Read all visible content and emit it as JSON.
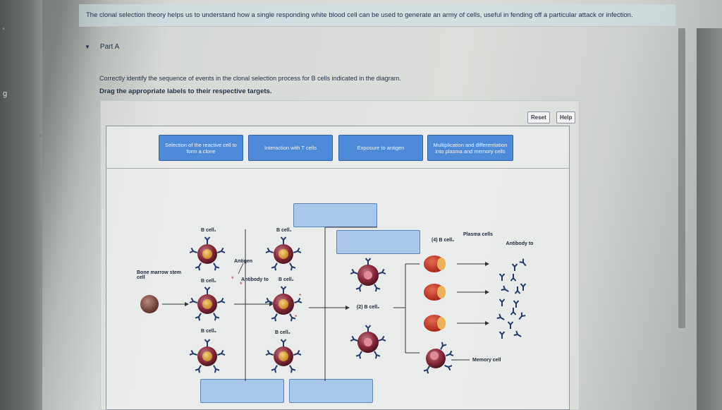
{
  "intro": {
    "text": "The clonal selection theory helps us to understand how a single responding white blood cell can be used to generate an army of cells, useful in fending off a particular attack or infection."
  },
  "part": {
    "label": "Part A"
  },
  "question": {
    "instruction": "Correctly identify the sequence of events in the clonal selection process for B cells indicated in the diagram.",
    "drag_instruction": "Drag the appropriate labels to their respective targets."
  },
  "toolbar": {
    "reset_label": "Reset",
    "help_label": "Help"
  },
  "labels": [
    {
      "text": "Selection of the reactive cell to form a clone",
      "filled": true
    },
    {
      "text": "Interaction with T cells",
      "filled": true
    },
    {
      "text": "Exposure to antigen",
      "filled": true
    },
    {
      "text": "Multiplication and differentiation into plasma and memory cells",
      "filled": true
    }
  ],
  "diagram": {
    "bone_marrow_label": "Bone marrow stem cell",
    "b_cell_1_a": "B cell₁",
    "b_cell_2_a": "B cell₂",
    "b_cell_3_a": "B cell₃",
    "b_cell_1_b": "B cell₁",
    "b_cell_2_b": "B cell₂",
    "b_cell_3_b": "B cell₃",
    "antigen": "Antigen",
    "antibody_to_star_a": "Antibody to",
    "b_cell_2_step2": "(2) B cell₂",
    "b_cell_2_step4": "(4) B cell₂",
    "plasma_cells": "Plasma cells",
    "antibody_to_star_b": "Antibody to",
    "memory_cell": "Memory cell"
  },
  "colors": {
    "label_blue": "#4d8bd8",
    "target_blue": "#a9c7ea",
    "cell_purple": "#8a2a3a",
    "nucleus_orange": "#e9a33a",
    "antibody_blue": "#223a6b",
    "plasma_red": "#c4312a"
  }
}
